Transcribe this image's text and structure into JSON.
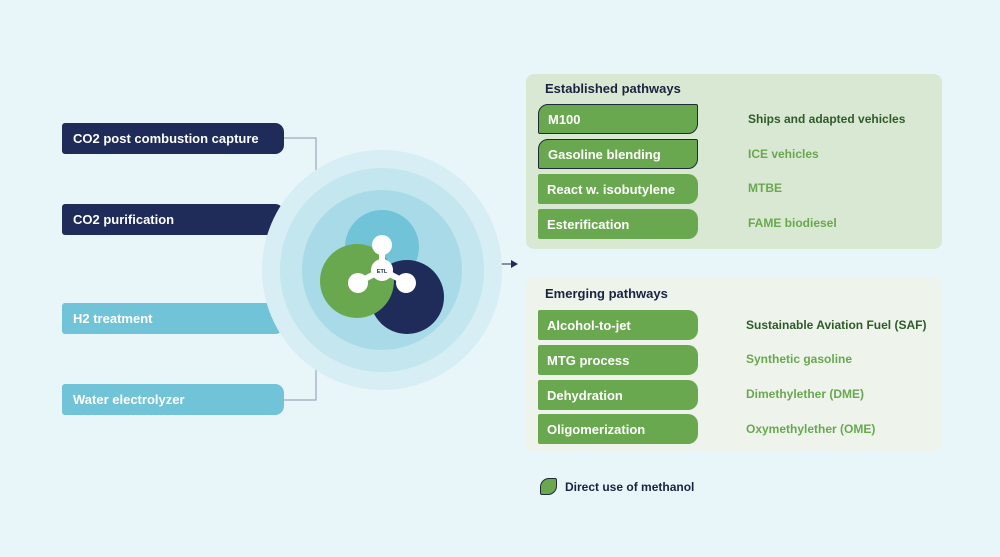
{
  "colors": {
    "background": "#e9f6f9",
    "dark_navy": "#1f2b59",
    "light_blue": "#71c3d8",
    "green": "#6aa84f",
    "established_panel": "#d9e8d2",
    "emerging_panel": "#eef4ec"
  },
  "inputs": [
    {
      "label": "CO2 post combustion capture",
      "style": "dark"
    },
    {
      "label": "CO2 purification",
      "style": "dark"
    },
    {
      "label": "H2 treatment",
      "style": "light"
    },
    {
      "label": "Water electrolyzer",
      "style": "light"
    }
  ],
  "hub": {
    "label": "ETL",
    "icon": "molecule-icon"
  },
  "established": {
    "title": "Established pathways",
    "pathways": [
      {
        "process": "M100",
        "product": "Ships and adapted vehicles",
        "direct_use": true
      },
      {
        "process": "Gasoline blending",
        "product": "ICE vehicles",
        "direct_use": true
      },
      {
        "process": "React w.  isobutylene",
        "product": "MTBE",
        "direct_use": false
      },
      {
        "process": "Esterification",
        "product": "FAME biodiesel",
        "direct_use": false
      }
    ]
  },
  "emerging": {
    "title": "Emerging pathways",
    "pathways": [
      {
        "process": "Alcohol-to-jet",
        "product": "Sustainable Aviation Fuel (SAF)",
        "direct_use": false
      },
      {
        "process": "MTG process",
        "product": "Synthetic gasoline",
        "direct_use": false
      },
      {
        "process": "Dehydration",
        "product": "Dimethylether (DME)",
        "direct_use": false
      },
      {
        "process": "Oligomerization",
        "product": "Oxymethylether (OME)",
        "direct_use": false
      }
    ]
  },
  "legend": {
    "label": "Direct use of methanol",
    "icon": "leaf-shape-icon"
  }
}
